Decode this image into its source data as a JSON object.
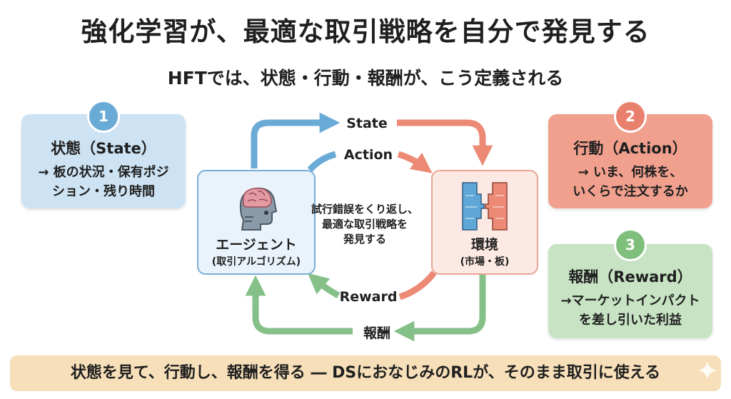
{
  "title": "強化学習が、最適な取引戦略を自分で発見する",
  "subtitle": "HFTでは、状態・行動・報酬が、こう定義される",
  "cards": {
    "state": {
      "number": "1",
      "title": "状態（State）",
      "body_line1": "→ 板の状況・保有ポジ",
      "body_line2": "ション・残り時間",
      "color": "#cde3f3",
      "badge_color": "#6aaad6"
    },
    "action": {
      "number": "2",
      "title": "行動（Action）",
      "body_line1": "→ いま、何株を、",
      "body_line2": "いくらで注文するか",
      "color": "#f2a08e",
      "badge_color": "#e9806d"
    },
    "reward": {
      "number": "3",
      "title": "報酬（Reward）",
      "body_line1": "→マーケットインパクト",
      "body_line2": "を差し引いた利益",
      "color": "#c7e3c4",
      "badge_color": "#7fbf7c"
    }
  },
  "cycle": {
    "agent_title": "エージェント",
    "agent_subtitle": "(取引アルゴリズム)",
    "env_title": "環境",
    "env_subtitle": "(市場・板)",
    "label_state": "State",
    "label_action": "Action",
    "label_reward": "Reward",
    "label_reward_jp": "報酬",
    "center_line1": "試行錯誤をくり返し、",
    "center_line2": "最適な取引戦略を",
    "center_line3": "発見する",
    "blue": "#6aaad6",
    "red": "#ec8a76",
    "green": "#85c088"
  },
  "banner": "状態を見て、行動し、報酬を得る ― DSにおなじみのRLが、そのまま取引に使える",
  "banner_color": "#f6dfb9"
}
